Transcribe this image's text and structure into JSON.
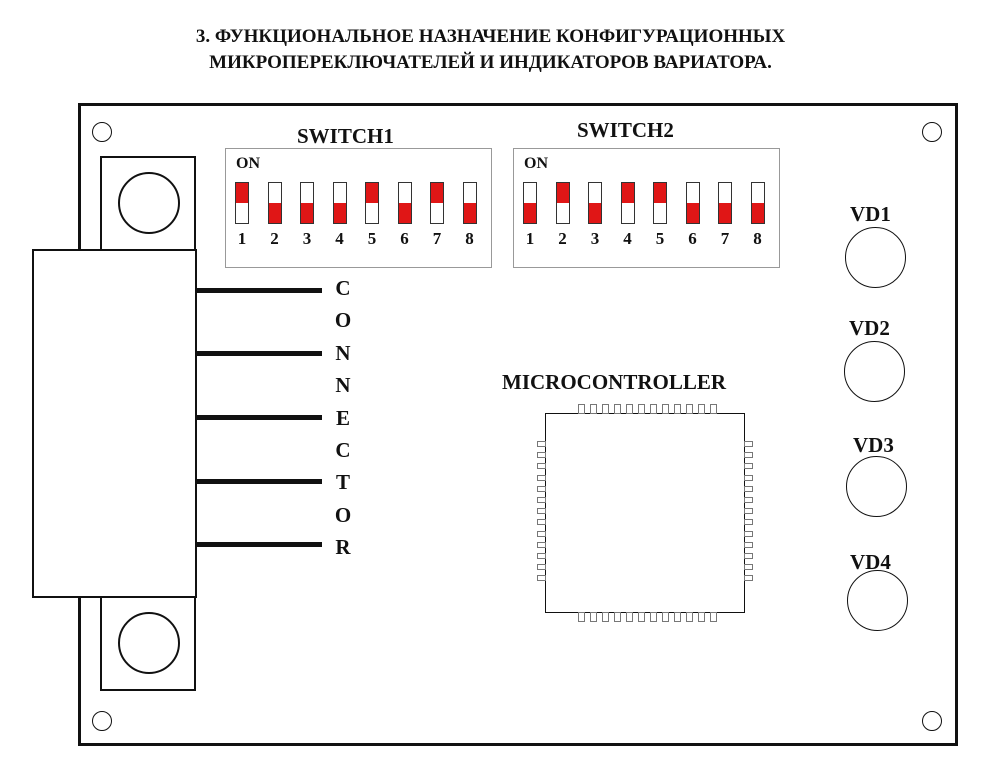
{
  "title": {
    "line1": "3. ФУНКЦИОНАЛЬНОЕ НАЗНАЧЕНИЕ КОНФИГУРАЦИОННЫХ",
    "line2": "МИКРОПЕРЕКЛЮЧАТЕЛЕЙ И ИНДИКАТОРОВ ВАРИАТОРА."
  },
  "switch1": {
    "label": "SWITCH1",
    "on_label": "ON",
    "positions": [
      "1",
      "2",
      "3",
      "4",
      "5",
      "6",
      "7",
      "8"
    ],
    "states": [
      "on",
      "off",
      "off",
      "off",
      "on",
      "off",
      "on",
      "off"
    ]
  },
  "switch2": {
    "label": "SWITCH2",
    "on_label": "ON",
    "positions": [
      "1",
      "2",
      "3",
      "4",
      "5",
      "6",
      "7",
      "8"
    ],
    "states": [
      "off",
      "on",
      "off",
      "on",
      "on",
      "off",
      "off",
      "off"
    ]
  },
  "indicators": [
    "VD1",
    "VD2",
    "VD3",
    "VD4"
  ],
  "microcontroller_label": "MICROCONTROLLER",
  "connector_letters": [
    "C",
    "O",
    "N",
    "N",
    "E",
    "C",
    "T",
    "O",
    "R"
  ],
  "colors": {
    "switch_knob": "#e01616",
    "outline": "#111111",
    "background": "#ffffff"
  }
}
